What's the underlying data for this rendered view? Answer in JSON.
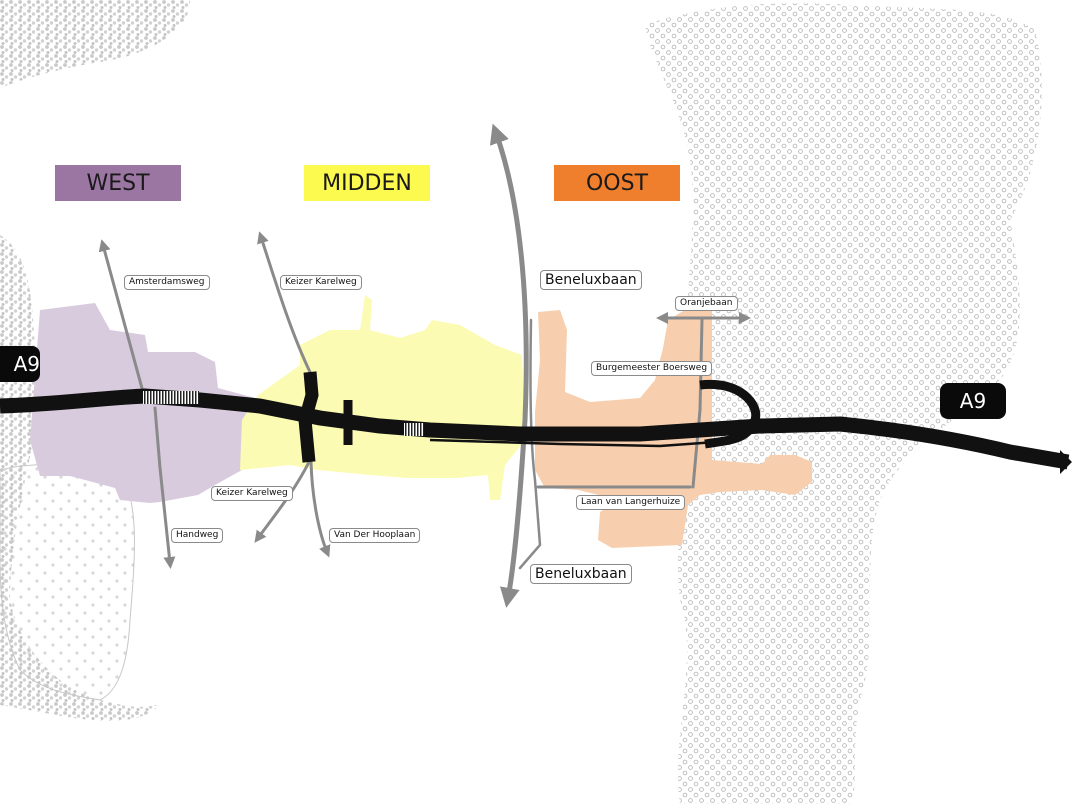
{
  "zones": {
    "west": {
      "label": "WEST",
      "color": "#9b76a3"
    },
    "midden": {
      "label": "MIDDEN",
      "color": "#fcf94f"
    },
    "oost": {
      "label": "OOST",
      "color": "#ef7f2d"
    }
  },
  "highway": {
    "name": "A9",
    "left_label": "A9",
    "right_label": "A9"
  },
  "roads": {
    "amsterdamsweg": "Amsterdamsweg",
    "keizer_karelweg_north": "Keizer Karelweg",
    "keizer_karelweg_south": "Keizer Karelweg",
    "handweg": "Handweg",
    "van_der_hooplaan": "Van Der Hooplaan",
    "beneluxbaan_north": "Beneluxbaan",
    "beneluxbaan_south": "Beneluxbaan",
    "oranjebaan": "Oranjebaan",
    "burgemeester_boersweg": "Burgemeester Boersweg",
    "laan_van_langerhuize": "Laan van Langerhuize"
  },
  "colors": {
    "highway": "#111111",
    "local_road": "#8a8a8a",
    "west_area": "#d9cbde",
    "midden_area": "#fcfbb3",
    "oost_area": "#f7cfae",
    "gravel": "#cfcfcf"
  }
}
